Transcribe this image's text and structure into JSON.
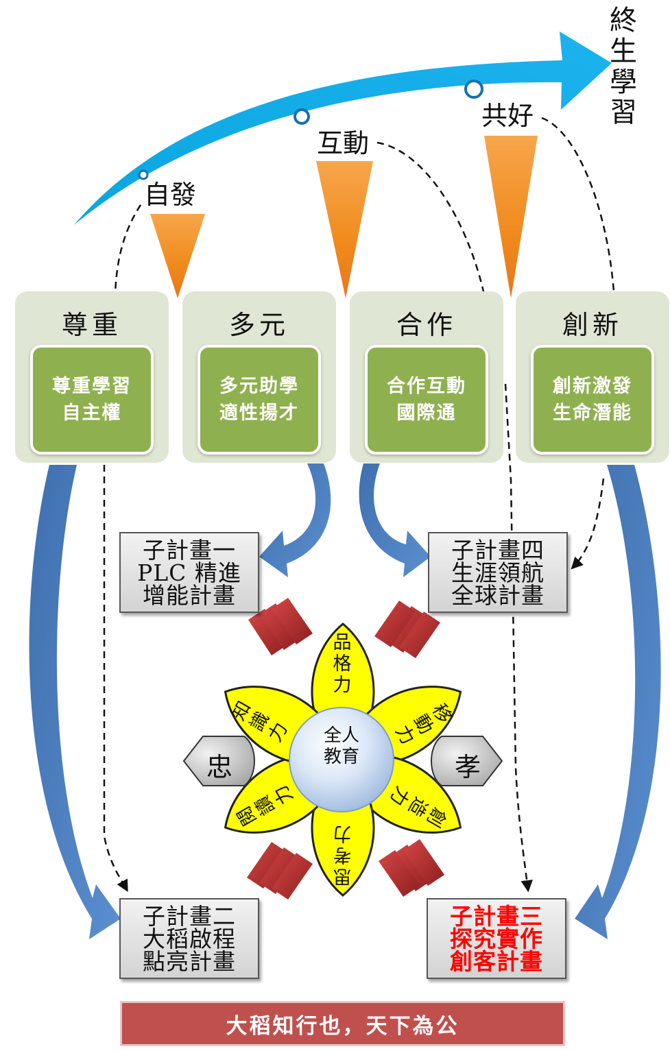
{
  "lifelong": {
    "chars": [
      "終",
      "生",
      "學",
      "習"
    ]
  },
  "stages": [
    {
      "label": "自發"
    },
    {
      "label": "互動"
    },
    {
      "label": "共好"
    }
  ],
  "values": [
    {
      "title": "尊重",
      "lines": [
        "尊重學習",
        "自主權"
      ]
    },
    {
      "title": "多元",
      "lines": [
        "多元助學",
        "適性揚才"
      ]
    },
    {
      "title": "合作",
      "lines": [
        "合作互動",
        "國際通"
      ]
    },
    {
      "title": "創新",
      "lines": [
        "創新激發",
        "生命潛能"
      ]
    }
  ],
  "plans": {
    "one": {
      "lines": [
        "子計畫一",
        "PLC 精進",
        "增能計畫"
      ]
    },
    "two": {
      "lines": [
        "子計畫二",
        "大稻啟程",
        "點亮計畫"
      ]
    },
    "three": {
      "lines": [
        "子計畫三",
        "探究實作",
        "創客計畫"
      ]
    },
    "four": {
      "lines": [
        "子計畫四",
        "生涯領航",
        "全球計畫"
      ]
    }
  },
  "flower": {
    "center": [
      "全人",
      "教育"
    ],
    "petals": {
      "top": [
        "品",
        "格",
        "力"
      ],
      "upper_right": [
        "移",
        "動",
        "力"
      ],
      "lower_right": [
        "創",
        "造",
        "力"
      ],
      "bottom": [
        "思",
        "考",
        "力"
      ],
      "lower_left": [
        "閱",
        "讀",
        "力"
      ],
      "upper_left": [
        "知",
        "識",
        "力"
      ]
    },
    "left_bead": "忠",
    "right_bead": "孝"
  },
  "motto": "大稻知行也，天下為公",
  "colors": {
    "arrow_cyan": "#11a9e6",
    "triangle_orange": "#f28b1e",
    "value_bg": "#dfe6d3",
    "value_inner": "#8fb04f",
    "curve_blue": "#4f7fbd",
    "petal_yellow": "#ffff00",
    "chevron_red": "#b22a2a",
    "motto_red": "#c0504d",
    "plan_three_text": "#ff0000"
  }
}
